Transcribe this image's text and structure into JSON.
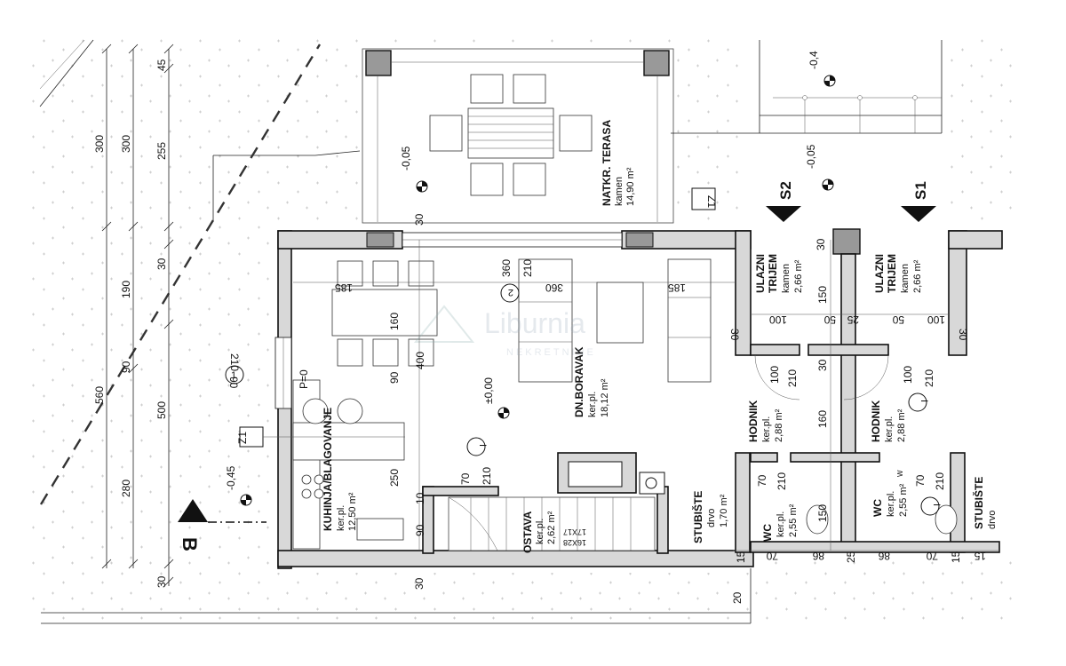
{
  "rooms": {
    "terasa": {
      "name": "NATKR. TERASA",
      "floor": "kamen",
      "area": "14,90 m²"
    },
    "boravak": {
      "name": "DN.BORAVAK",
      "floor": "ker.pl.",
      "area": "18,12 m²"
    },
    "kuhinja": {
      "name": "KUHINJA/BLAGOVANJE",
      "floor": "ker.pl.",
      "area": "12,50 m²"
    },
    "ostava": {
      "name": "OSTAVA",
      "floor": "ker.pl.",
      "area": "2,62 m²"
    },
    "stubiste1": {
      "name": "STUBIŠTE",
      "floor": "drvo",
      "area": "1,70 m²"
    },
    "stubiste2": {
      "name": "STUBIŠTE",
      "floor": "drvo"
    },
    "trijem1": {
      "name1": "ULAZNI",
      "name2": "TRIJEM",
      "floor": "kamen",
      "area": "2,66 m²"
    },
    "trijem2": {
      "name1": "ULAZNI",
      "name2": "TRIJEM",
      "floor": "kamen",
      "area": "2,66 m²"
    },
    "hodnik1": {
      "name": "HODNIK",
      "floor": "ker.pl.",
      "area": "2,88 m²"
    },
    "hodnik2": {
      "name": "HODNIK",
      "floor": "ker.pl.",
      "area": "2,88 m²"
    },
    "wc1": {
      "name": "WC",
      "floor": "ker.pl.",
      "area": "2,55 m²"
    },
    "wc2": {
      "name": "WC",
      "floor": "ker.pl.",
      "area": "2,55 m²"
    }
  },
  "levels": {
    "terrace": "-0,05",
    "top": "-0,4",
    "right_terrace": "-0,05",
    "floor": "±0,00",
    "outside": "-0,45",
    "window": "P=0"
  },
  "sections": {
    "s1": "S1",
    "s2": "S2",
    "b": "B"
  },
  "markers": {
    "z1": "Z1",
    "z1_side": "Z1",
    "num1": "1",
    "num2": "2",
    "door1": "I",
    "door2": "I",
    "door3": "I",
    "stairs_a": "17X17",
    "stairs_b": "16X28",
    "lbl_w": "W"
  },
  "dims": {
    "left_outer": [
      "45",
      "300",
      "30",
      "90",
      "280",
      "30"
    ],
    "left_inner": [
      "300",
      "255",
      "190",
      "500"
    ],
    "left_total": "560",
    "top_30": "30",
    "bottom_30": "30",
    "bottom_20": "20",
    "room_185a": "185",
    "room_185b": "185",
    "room_360": "360",
    "v_360": "360",
    "v_210": "210",
    "v_160": "160",
    "v_400": "400",
    "v_90": "90",
    "v_250": "250",
    "v_10": "10",
    "v_90b": "90",
    "win_210": "210",
    "win_90": "90",
    "door_70": "70",
    "door_210": "210",
    "porch_30a": "30",
    "porch_100a": "100",
    "porch_50a": "50",
    "porch_25": "25",
    "porch_50b": "50",
    "porch_100b": "100",
    "porch_30b": "30",
    "porch_30c": "30",
    "v_150a": "150",
    "v_30": "30",
    "v_160b": "160",
    "v_150b": "150",
    "d100a": "100",
    "d210a": "210",
    "d100b": "100",
    "d210b": "210",
    "d70a": "70",
    "d210c": "210",
    "d70b": "70",
    "d210d": "210",
    "b_15a": "15",
    "b_70a": "70",
    "b_86a": "86",
    "b_25": "25",
    "b_86b": "86",
    "b_70b": "70",
    "b_15b": "15",
    "b_15c": "15"
  },
  "watermark": {
    "brand": "Liburnia",
    "sub": "NEKRETNINE"
  }
}
